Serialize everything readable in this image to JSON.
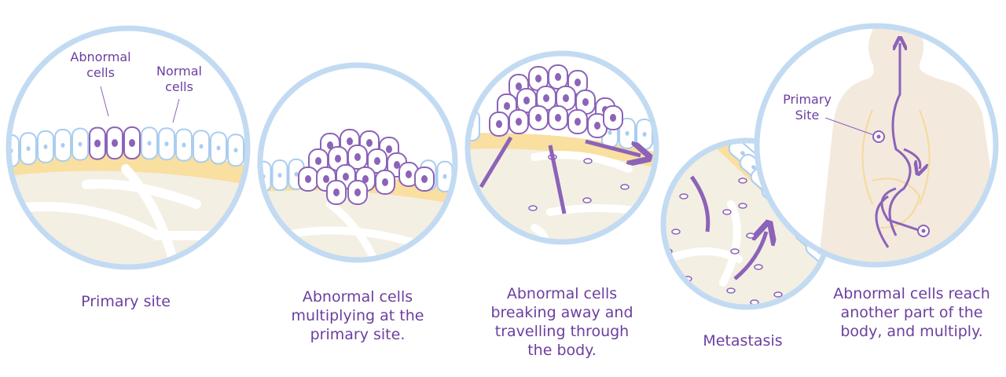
{
  "colors": {
    "ring": "#c2dbf2",
    "tissue": "#f4efe3",
    "fat": "#f9dfa0",
    "purple": "#8c63b8",
    "text": "#6b3fa0",
    "normal_cell": "#a9cdf0",
    "body": "#f3e9dd"
  },
  "panels": [
    {
      "caption": "Primary site",
      "labels": {
        "abnormal": [
          "Abnormal",
          "cells"
        ],
        "normal": [
          "Normal",
          "cells"
        ]
      }
    },
    {
      "caption": "Abnormal cells multiplying at the primary site."
    },
    {
      "caption": "Abnormal cells breaking away and travelling through the body."
    },
    {
      "caption": "Metastasis"
    },
    {
      "caption": "Abnormal cells reach another part of the body, and multiply.",
      "labels": {
        "primary": [
          "Primary",
          "Site"
        ]
      }
    }
  ]
}
